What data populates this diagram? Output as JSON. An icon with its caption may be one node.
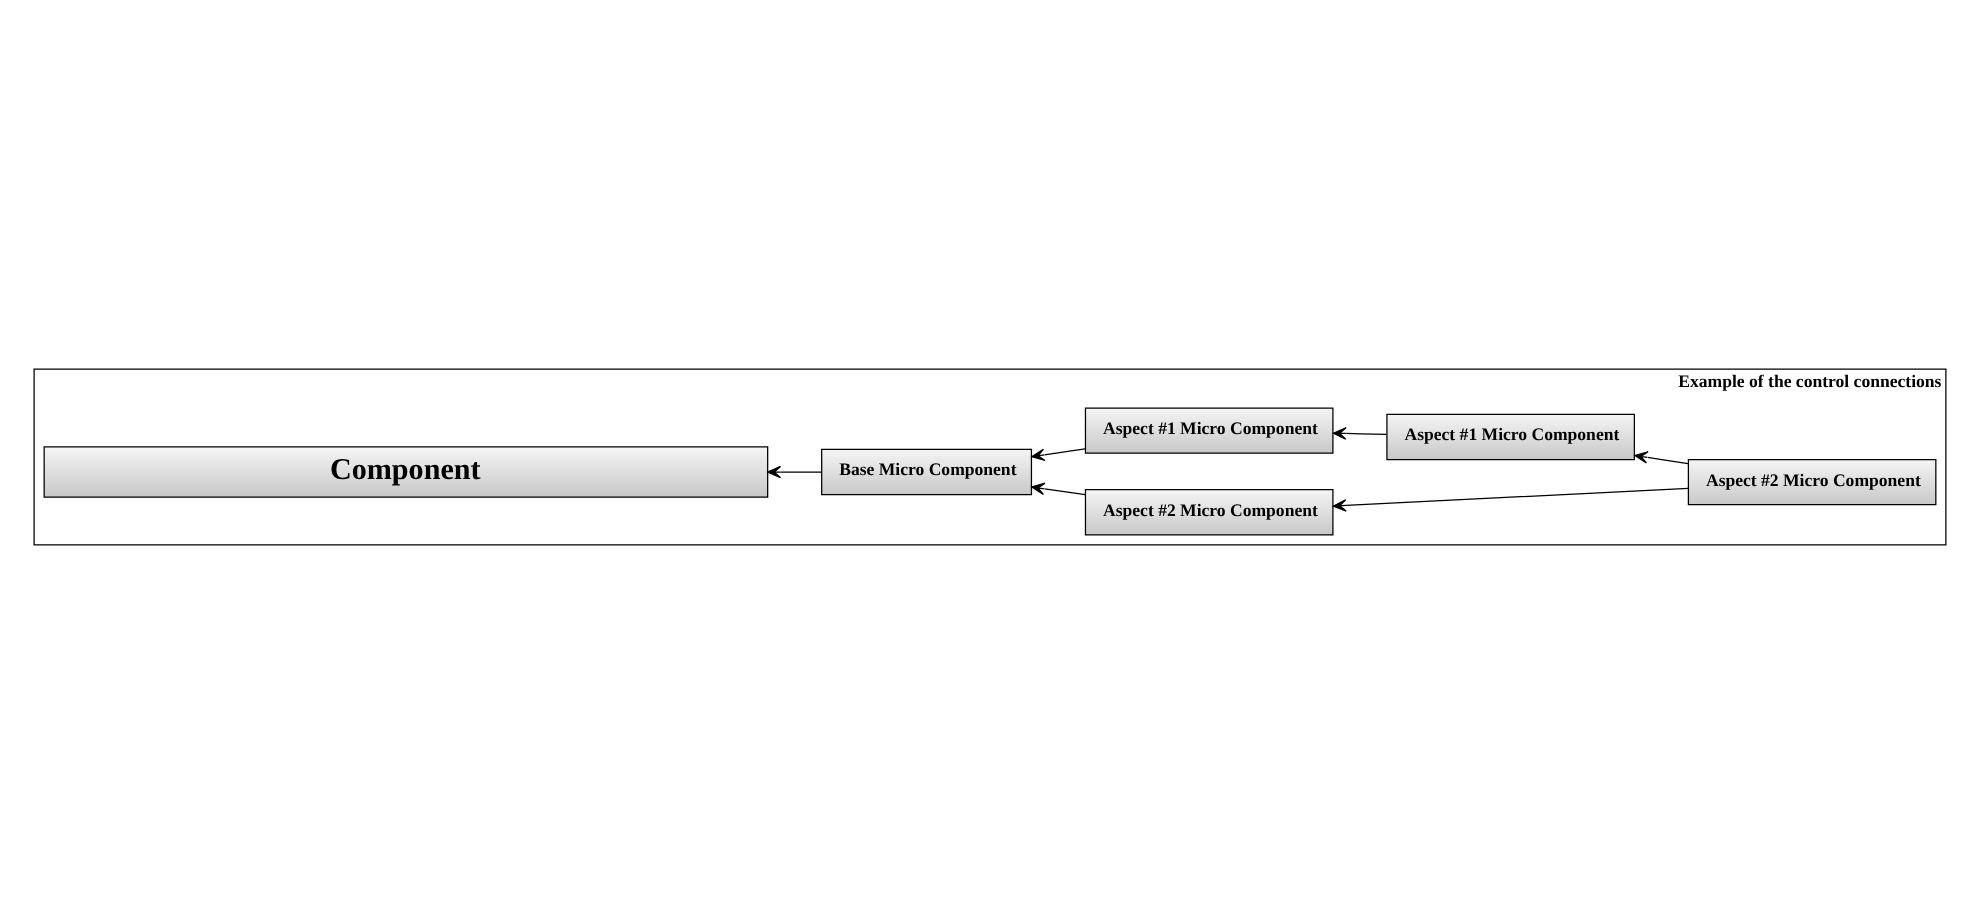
{
  "diagram": {
    "nodes": [
      {
        "text": [
          "Example of the control connections"
        ]
      },
      {
        "text": [
          "Aspect #2 Micro Component"
        ],
        "in": 0
      },
      {
        "text": [
          "Aspect #2 Micro Component"
        ],
        "in": 0
      },
      {
        "text": [
          "Base Micro Component"
        ],
        "in": 0
      },
      {
        "text": [
          "Aspect #1 Micro Component"
        ],
        "in": 0
      },
      {
        "text": [
          "Aspect #1 Micro Component"
        ],
        "in": 0
      },
      {
        "text": [
          "Component"
        ],
        "in": 0
      }
    ],
    "edges": [
      {
        "from": 2,
        "to": 1,
        "arrow": "to"
      },
      {
        "from": 2,
        "to": 5,
        "arrow": "to"
      },
      {
        "from": 5,
        "to": 4,
        "arrow": "to"
      },
      {
        "from": 4,
        "to": 3,
        "arrow": "to"
      },
      {
        "from": 1,
        "to": 3,
        "arrow": "to"
      },
      {
        "from": 3,
        "to": 6,
        "arrow": "to"
      }
    ]
  }
}
